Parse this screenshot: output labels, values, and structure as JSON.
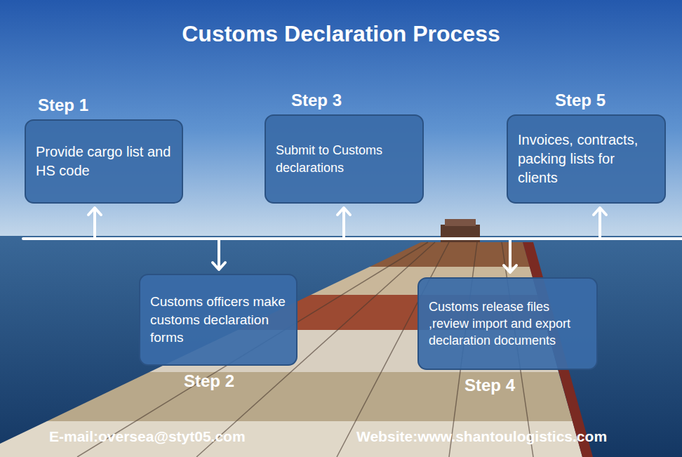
{
  "diagram": {
    "title": "Customs Declaration Process",
    "nodes": [
      {
        "text": [
          "Step 1",
          "Provide cargo list and HS code"
        ]
      },
      {
        "text": [
          "Step 2",
          "Customs officers make customs declaration forms"
        ]
      },
      {
        "text": [
          "Step 3",
          "Submit to  Customs declarations"
        ]
      },
      {
        "text": [
          "Step 4",
          "Customs release files ,review import and export declaration documents"
        ]
      },
      {
        "text": [
          "Step 5",
          "Invoices, contracts, packing lists for clients"
        ]
      }
    ],
    "labels": [
      "E-mail:oversea@styt05.com",
      "Website:www.shantoulogistics.com"
    ]
  }
}
